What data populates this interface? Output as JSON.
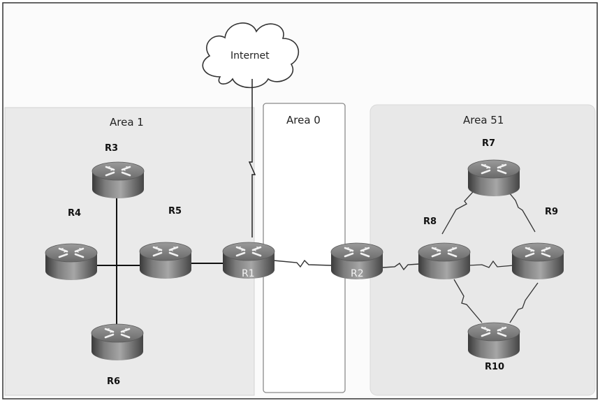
{
  "internet": {
    "label": "Internet"
  },
  "areas": {
    "area1": "Area 1",
    "area0": "Area 0",
    "area51": "Area 51"
  },
  "routers": {
    "R1": "R1",
    "R2": "R2",
    "R3": "R3",
    "R4": "R4",
    "R5": "R5",
    "R6": "R6",
    "R7": "R7",
    "R8": "R8",
    "R9": "R9",
    "R10": "R10"
  }
}
